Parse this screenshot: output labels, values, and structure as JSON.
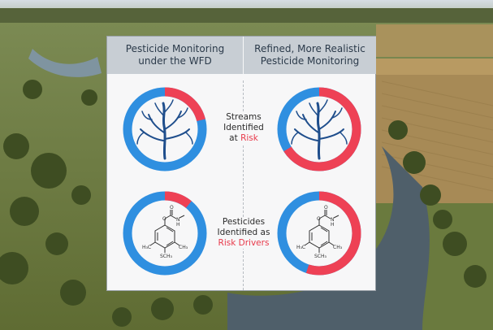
{
  "header": {
    "left_line1": "Pesticide Monitoring",
    "left_line2": "under the WFD",
    "right_line1": "Refined, More Realistic",
    "right_line2": "Pesticide Monitoring"
  },
  "row1": {
    "label_line1": "Streams",
    "label_line2": "Identified",
    "label_prefix": "at ",
    "label_highlight": "Risk"
  },
  "row2": {
    "label_line1": "Pesticides",
    "label_line2": "Identified as",
    "label_highlight": "Risk Drivers"
  },
  "molecule_atoms": {
    "o": "O",
    "nh": "N",
    "h": "H",
    "h3c": "H₃C",
    "ch3": "CH₃",
    "sch3": "SCH₃"
  },
  "donuts": [
    {
      "id": "streams-wfd",
      "risk_fraction": 0.21
    },
    {
      "id": "streams-refined",
      "risk_fraction": 0.66
    },
    {
      "id": "pesticides-wfd",
      "risk_fraction": 0.11
    },
    {
      "id": "pesticides-refined",
      "risk_fraction": 0.55
    }
  ],
  "colors": {
    "risk": "#ee4155",
    "no_risk": "#2f8fe0",
    "river": "#1f4e8c",
    "header": "#c8ced4"
  }
}
